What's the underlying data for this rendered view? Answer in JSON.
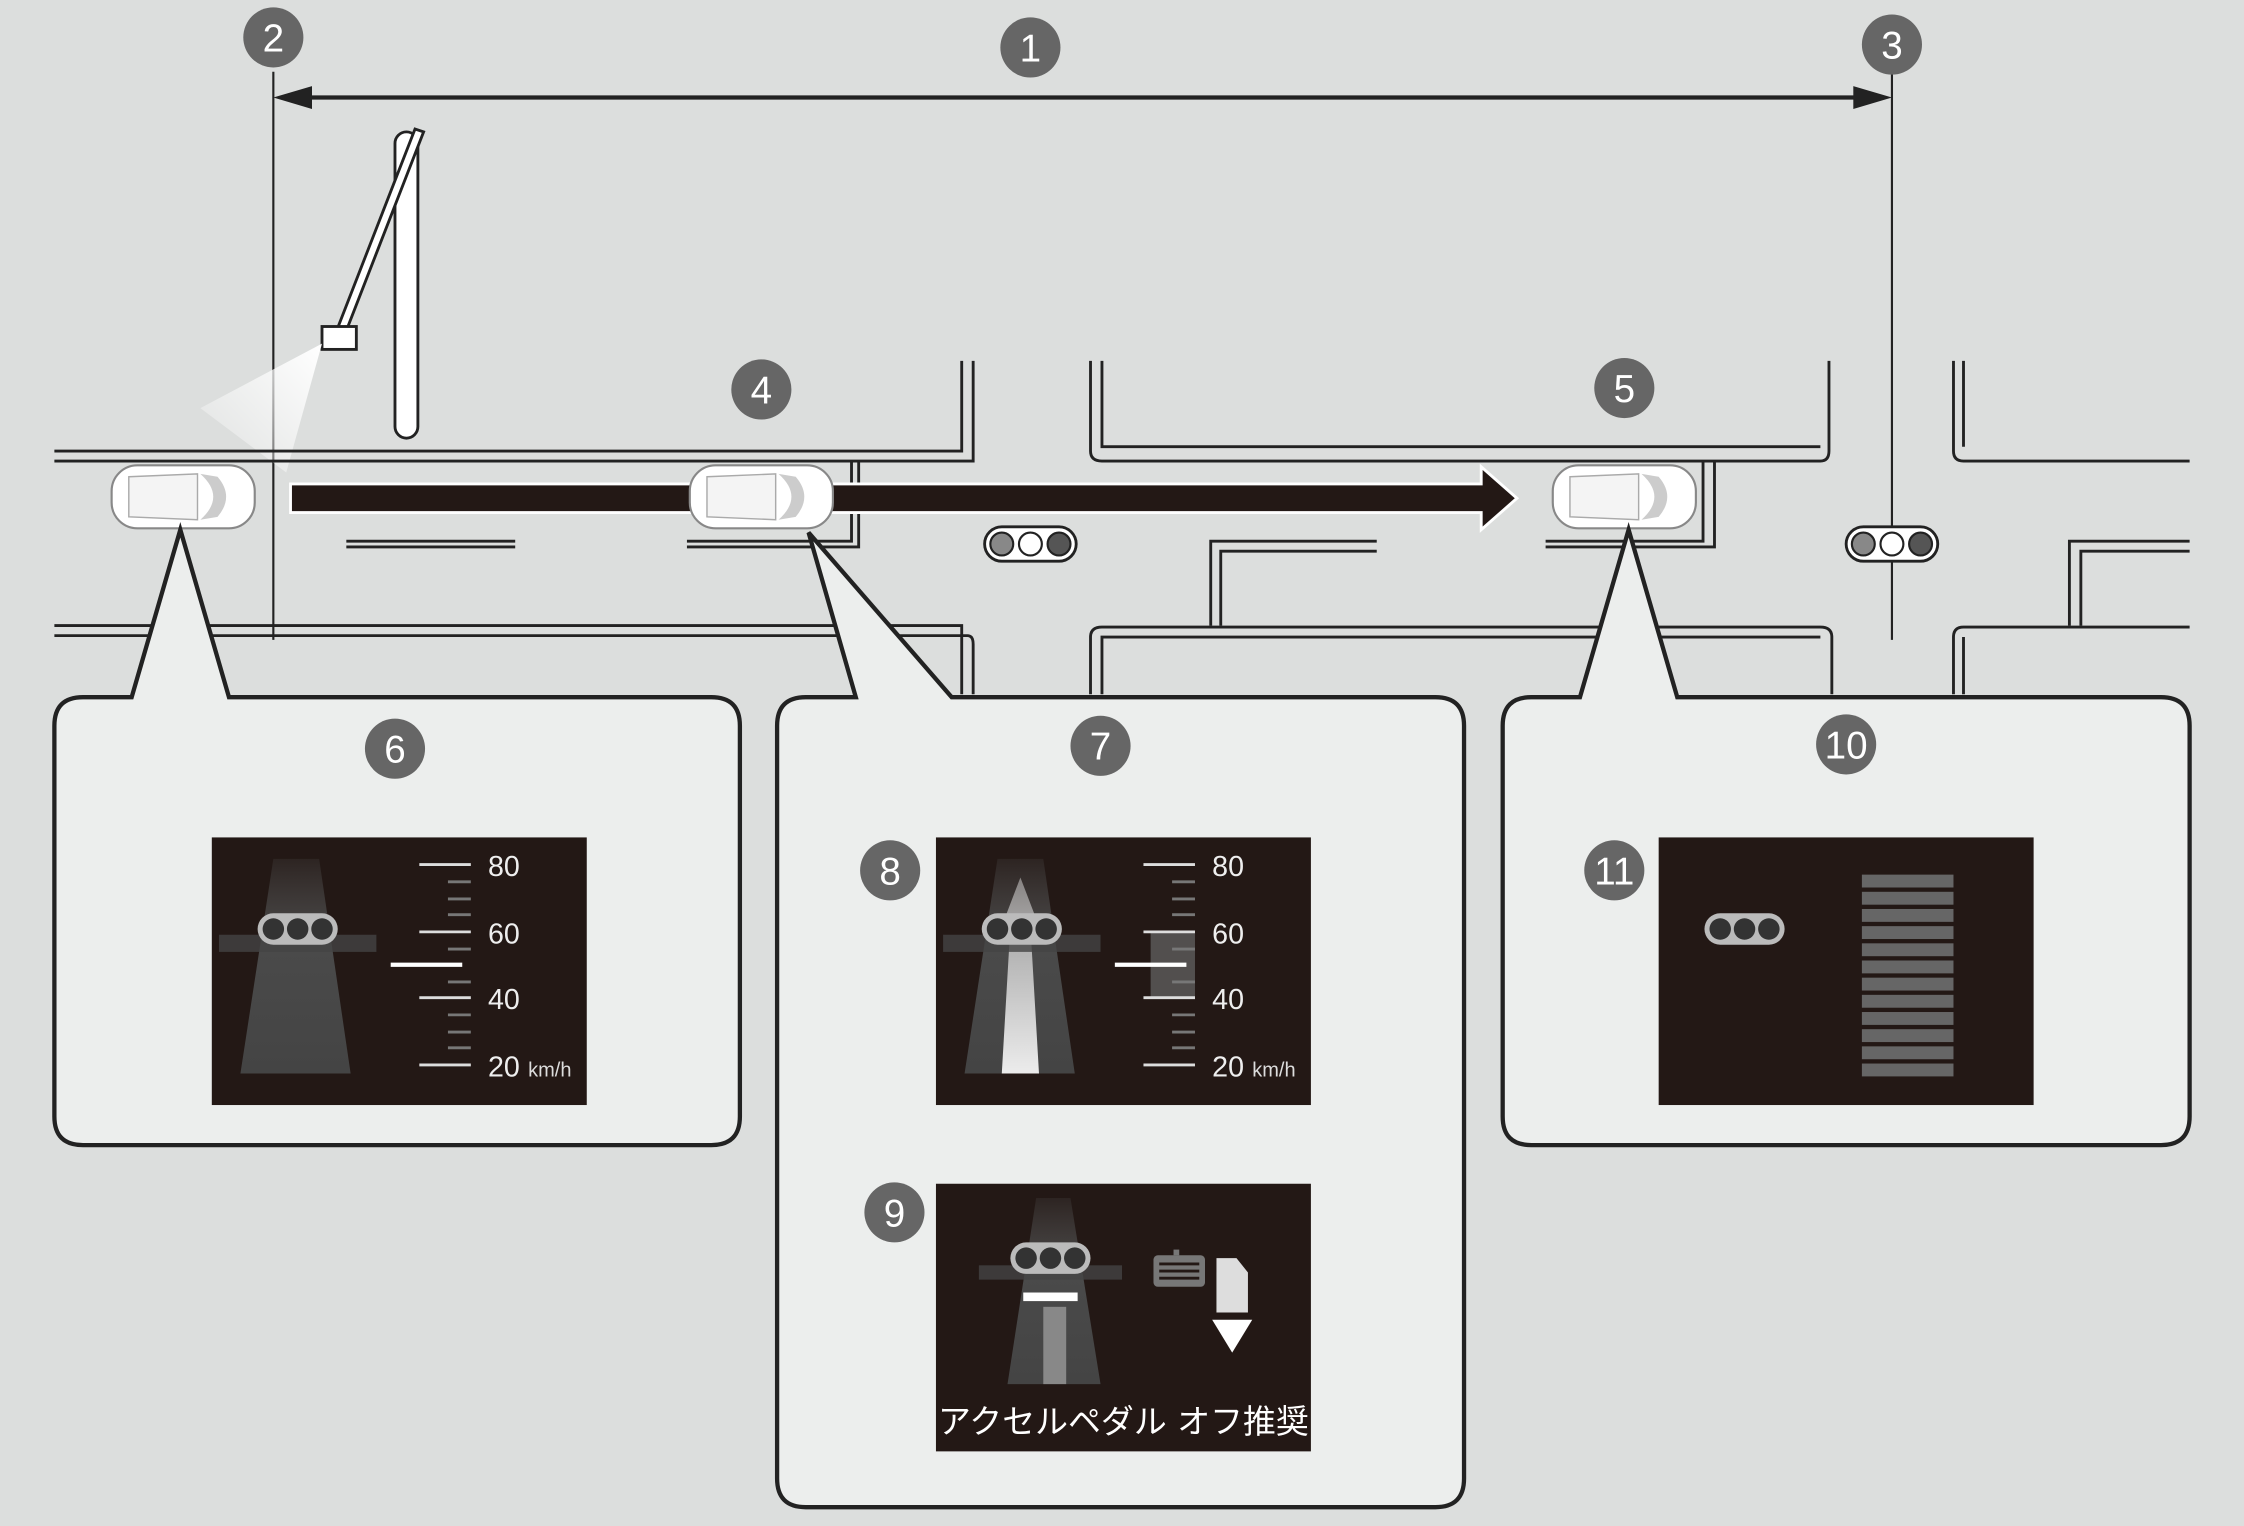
{
  "callouts": {
    "c1": "1",
    "c2": "2",
    "c3": "3",
    "c4": "4",
    "c5": "5",
    "c6": "6",
    "c7": "7",
    "c8": "8",
    "c9": "9",
    "c10": "10",
    "c11": "11"
  },
  "speed_scale": {
    "labels": [
      "80",
      "60",
      "40",
      "20"
    ],
    "unit": "km/h",
    "current_speed_kmh": 50
  },
  "screen9": {
    "message": "アクセルペダル オフ推奨"
  },
  "colors": {
    "background": "#dcdedd",
    "panel": "#eceeed",
    "screen": "#231815",
    "callout": "#666666"
  }
}
